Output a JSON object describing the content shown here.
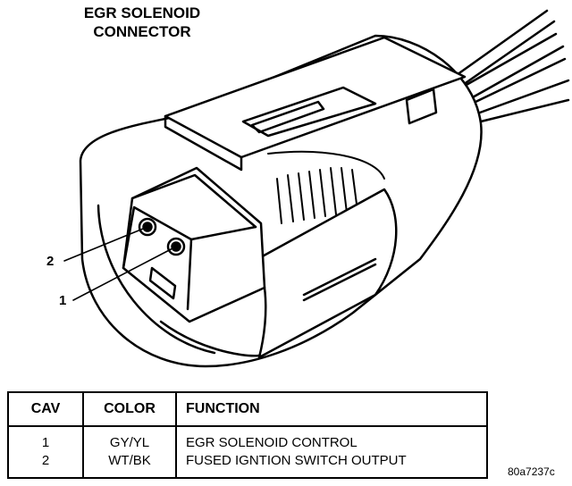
{
  "title": {
    "line1": "EGR SOLENOID",
    "line2": "CONNECTOR"
  },
  "callouts": {
    "pin2": "2",
    "pin1": "1"
  },
  "table": {
    "headers": {
      "cav": "CAV",
      "color": "COLOR",
      "function": "FUNCTION"
    },
    "rows": [
      {
        "cav": "1",
        "color": "GY/YL",
        "function": "EGR SOLENOID CONTROL"
      },
      {
        "cav": "2",
        "color": "WT/BK",
        "function": "FUSED IGNTION SWITCH OUTPUT"
      }
    ]
  },
  "figure_code": "80a7237c"
}
